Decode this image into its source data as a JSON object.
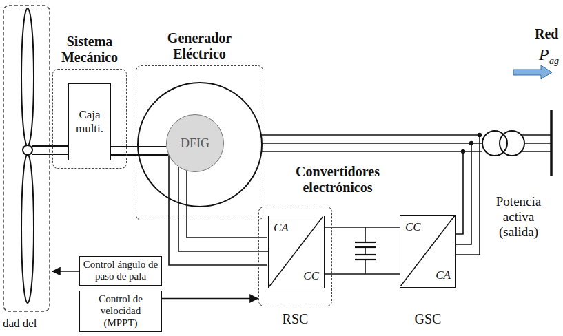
{
  "diagram": {
    "nodes": [
      {
        "text": [
          "Sistema Mecánico"
        ]
      },
      {
        "text": [
          "Caja multi."
        ],
        "in": 0
      },
      {
        "text": [
          "Generador Eléctrico"
        ]
      },
      {
        "text": [
          "DFIG"
        ],
        "in": 2
      },
      {
        "text": [
          "RSC"
        ]
      },
      {
        "text": [
          "CA",
          "CC"
        ],
        "in": 4
      },
      {
        "text": [
          "CC",
          "CA",
          "GSC"
        ]
      },
      {
        "text": [
          "Control ángulo de paso de pala"
        ]
      },
      {
        "text": [
          "Control de velocidad (MPPT)"
        ]
      }
    ],
    "edges": [
      {
        "from": 1,
        "to": 3,
        "arrow": "none"
      },
      {
        "from": 3,
        "to": 5,
        "arrow": "none"
      },
      {
        "from": 5,
        "to": 6,
        "arrow": "none"
      },
      {
        "from": 8,
        "to": 4,
        "arrow": "to"
      }
    ],
    "labels": [
      "Convertidores electrónicos",
      "Red",
      "P",
      "ag",
      "Potencia activa (salida)",
      "dad del"
    ]
  }
}
